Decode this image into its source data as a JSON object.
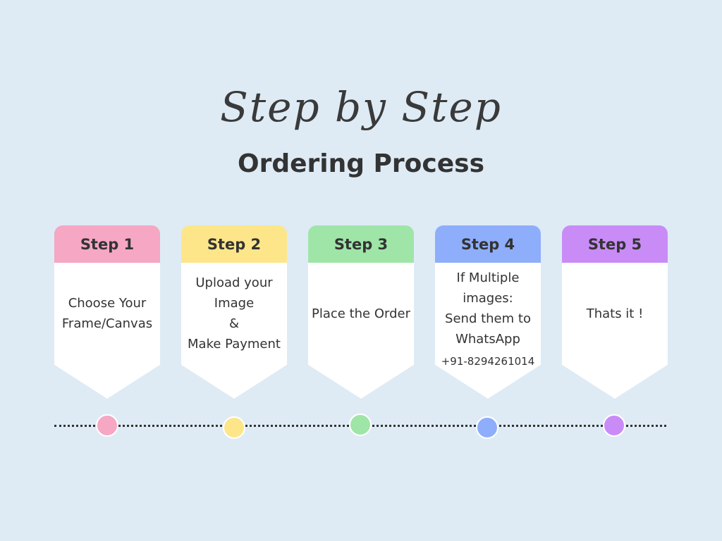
{
  "header": {
    "script_title": "Step by Step",
    "title": "Ordering Process"
  },
  "steps": [
    {
      "label": "Step 1",
      "text": "Choose Your\nFrame/Canvas",
      "color": "#f5a7c3"
    },
    {
      "label": "Step 2",
      "text": "Upload your\nImage\n&\nMake Payment",
      "color": "#fde68a"
    },
    {
      "label": "Step 3",
      "text": "Place the Order",
      "color": "#9fe5a8"
    },
    {
      "label": "Step 4",
      "text": "If Multiple\nimages:\nSend them to\nWhatsApp",
      "phone": "+91-8294261014",
      "color": "#8eaefb"
    },
    {
      "label": "Step 5",
      "text": "Thats it !",
      "color": "#c98cf7"
    }
  ]
}
